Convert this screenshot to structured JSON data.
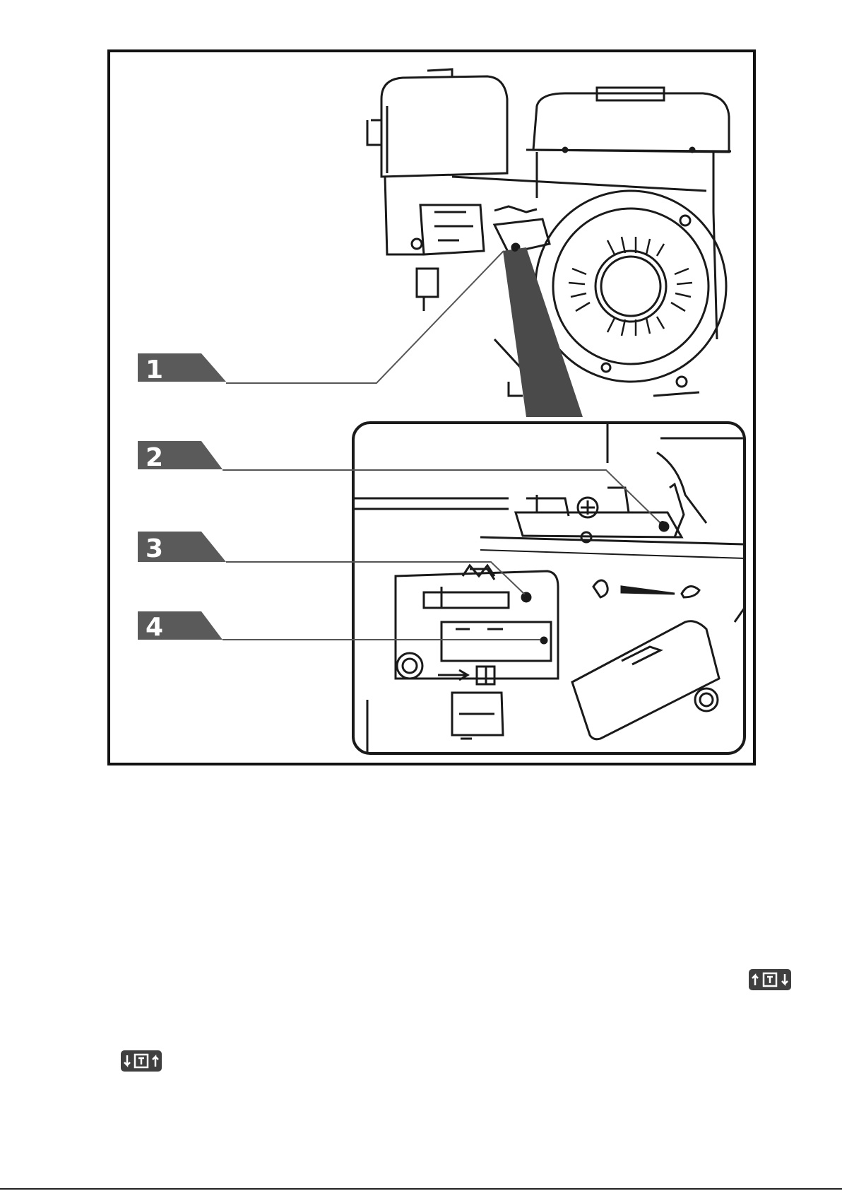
{
  "figure": {
    "callouts": [
      {
        "id": "1",
        "label": "1"
      },
      {
        "id": "2",
        "label": "2"
      },
      {
        "id": "3",
        "label": "3"
      },
      {
        "id": "4",
        "label": "4"
      }
    ],
    "icons": {
      "forward": "engine-rotate-forward-icon",
      "reverse": "engine-rotate-reverse-icon"
    },
    "colors": {
      "callout_tab": "#5a5a5a",
      "line": "#1a1a1a",
      "leader": "#555555",
      "pointer": "#4a4a4a"
    }
  }
}
